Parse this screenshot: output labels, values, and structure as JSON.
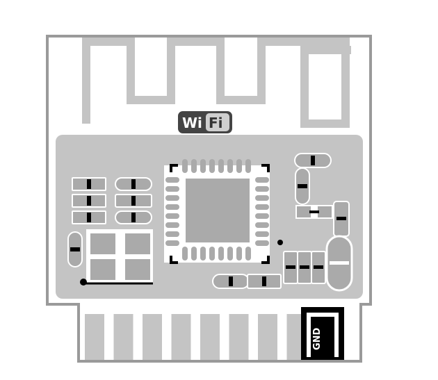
{
  "logo": {
    "wi": "Wi",
    "fi": "Fi"
  },
  "pins": {
    "gnd_label": "GND",
    "pad_count": 9
  },
  "colors": {
    "board_fill": "#ffffff",
    "outline": "#9a9a9a",
    "trace": "#c4c4c4",
    "component_body": "#aaaaaa",
    "pad_fill": "#ffffff",
    "gnd_fill": "#000000",
    "logo_bg": "#444444",
    "logo_badge": "#cfcfcf",
    "dark_mark": "#000000"
  }
}
